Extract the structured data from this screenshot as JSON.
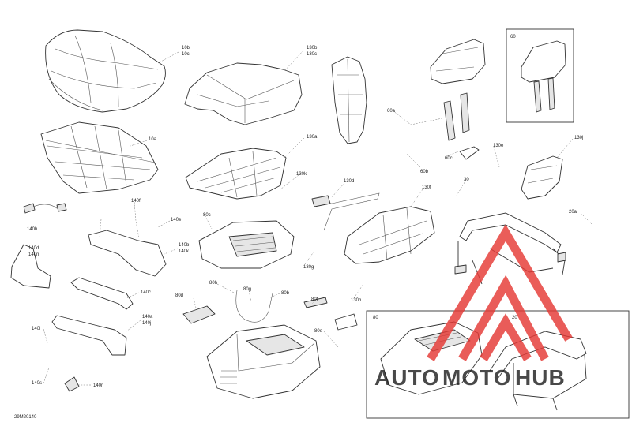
{
  "diagram": {
    "drawing_number": "29M20140",
    "inset_label": "80",
    "inset_inner_label": "20",
    "headrest_box_label": "60"
  },
  "callouts": [
    {
      "id": "10b",
      "text": "10b"
    },
    {
      "id": "10c",
      "text": "10c"
    },
    {
      "id": "10a",
      "text": "10a"
    },
    {
      "id": "130b",
      "text": "130b"
    },
    {
      "id": "130c",
      "text": "130c"
    },
    {
      "id": "130a",
      "text": "130a"
    },
    {
      "id": "130k",
      "text": "130k"
    },
    {
      "id": "130d",
      "text": "130d"
    },
    {
      "id": "130f",
      "text": "130f"
    },
    {
      "id": "130g",
      "text": "130g"
    },
    {
      "id": "130h",
      "text": "130h"
    },
    {
      "id": "130j",
      "text": "130j"
    },
    {
      "id": "130e",
      "text": "130e"
    },
    {
      "id": "60a",
      "text": "60a"
    },
    {
      "id": "60b",
      "text": "60b"
    },
    {
      "id": "60c",
      "text": "60c"
    },
    {
      "id": "30",
      "text": "30"
    },
    {
      "id": "20a",
      "text": "20a"
    },
    {
      "id": "140h",
      "text": "140h"
    },
    {
      "id": "140d",
      "text": "140d"
    },
    {
      "id": "140n",
      "text": "140n"
    },
    {
      "id": "140f",
      "text": "140f"
    },
    {
      "id": "140e",
      "text": "140e"
    },
    {
      "id": "140b",
      "text": "140b"
    },
    {
      "id": "140k",
      "text": "140k"
    },
    {
      "id": "140c",
      "text": "140c"
    },
    {
      "id": "140a",
      "text": "140a"
    },
    {
      "id": "140j",
      "text": "140j"
    },
    {
      "id": "140l",
      "text": "140l"
    },
    {
      "id": "140s",
      "text": "140s"
    },
    {
      "id": "140r",
      "text": "140r"
    },
    {
      "id": "80c",
      "text": "80c"
    },
    {
      "id": "80d",
      "text": "80d"
    },
    {
      "id": "80h",
      "text": "80h"
    },
    {
      "id": "80g",
      "text": "80g"
    },
    {
      "id": "80b",
      "text": "80b"
    },
    {
      "id": "80f",
      "text": "80f"
    },
    {
      "id": "80e",
      "text": "80e"
    }
  ],
  "watermark": {
    "part1": "AUTO",
    "part2": "MOTO",
    "part3": "HUB",
    "color_red": "#e53935",
    "color_orange": "#f5a623"
  }
}
